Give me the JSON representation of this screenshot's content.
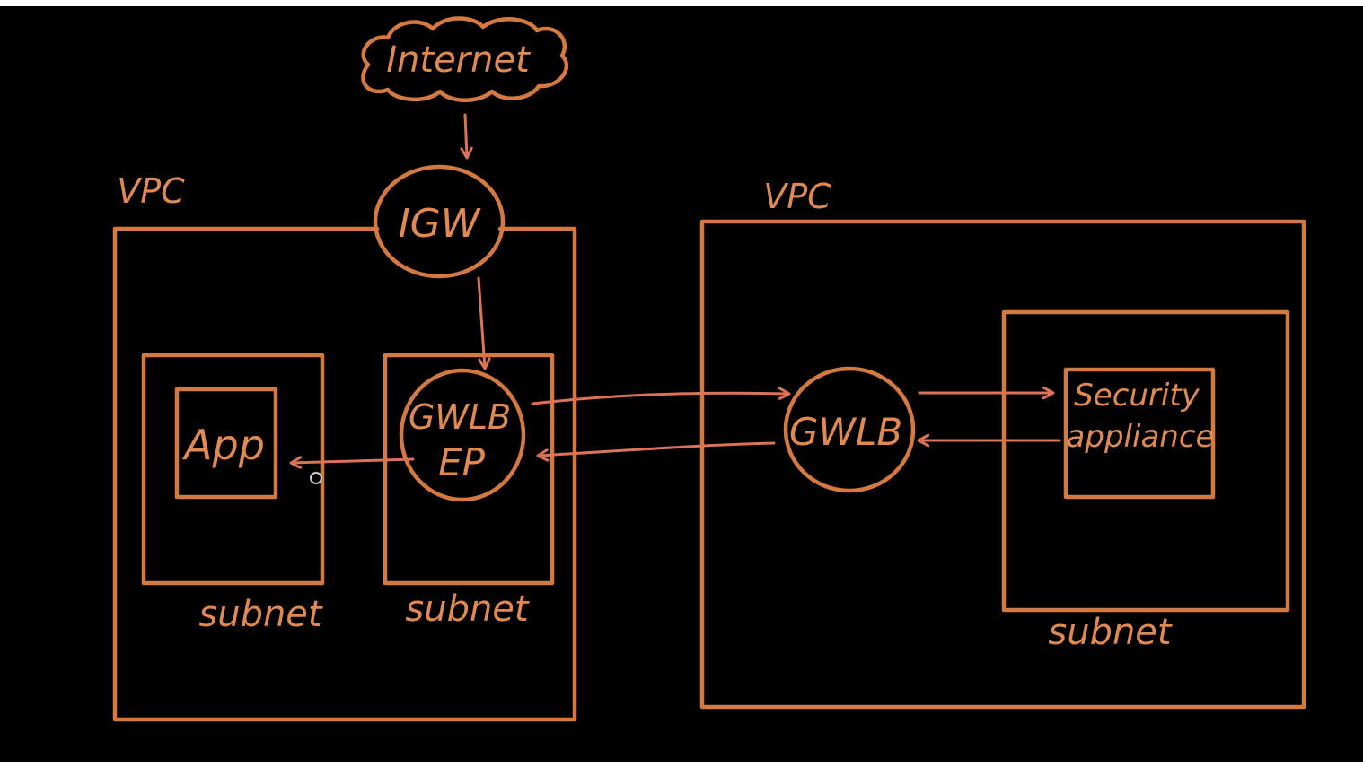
{
  "colors": {
    "background": "#000000",
    "stroke": "#D4793F",
    "text": "#E08A52",
    "arrow": "#DC7256"
  },
  "nodes": {
    "internet": "Internet",
    "igw": "IGW",
    "app": "App",
    "gwlb_ep_line1": "GWLB",
    "gwlb_ep_line2": "EP",
    "gwlb": "GWLB",
    "security_line1": "Security",
    "security_line2": "appliance"
  },
  "containers": {
    "vpc_left": "VPC",
    "vpc_right": "VPC",
    "subnet_app": "subnet",
    "subnet_gwlb_ep": "subnet",
    "subnet_security": "subnet"
  }
}
